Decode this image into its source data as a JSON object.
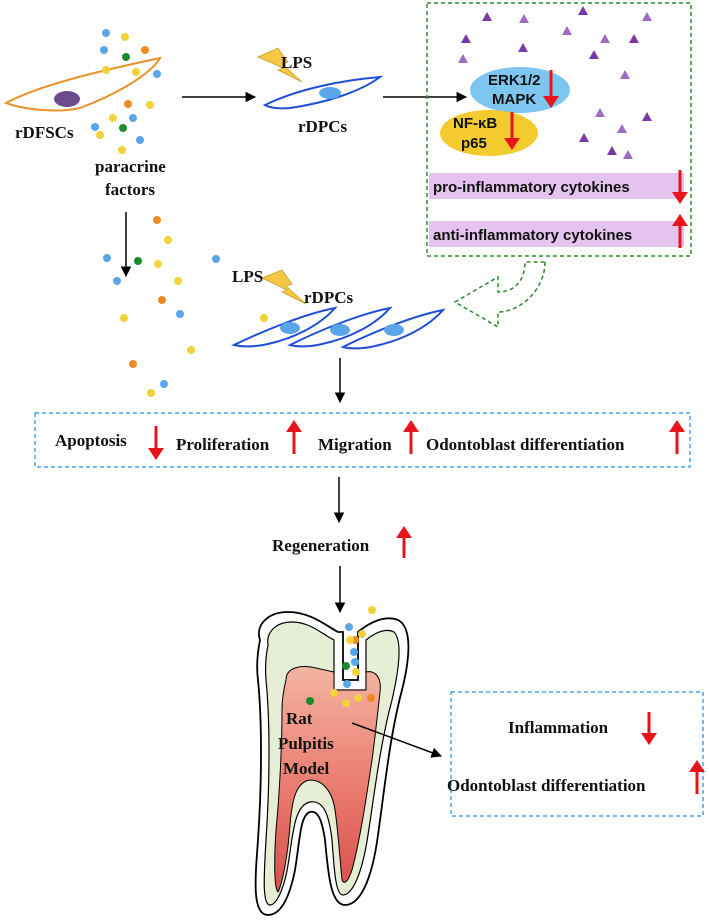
{
  "diagram": {
    "cells": {
      "donor": "rDFSCs",
      "factors_line1": "paracrine",
      "factors_line2": "factors",
      "target_top": "rDPCs",
      "target_middle": "rDPCs"
    },
    "stimulus": {
      "top": "LPS",
      "middle": "LPS"
    },
    "signaling": {
      "erk_line1": "ERK1/2",
      "erk_line2": "MAPK",
      "nfkb_line1": "NF-κB",
      "nfkb_line2": "p65",
      "pro_inflammatory": "pro-inflammatory cytokines",
      "anti_inflammatory": "anti-inflammatory cytokines"
    },
    "effects": {
      "apoptosis": "Apoptosis",
      "proliferation": "Proliferation",
      "migration": "Migration",
      "odontoblast": "Odontoblast differentiation"
    },
    "regeneration": "Regeneration",
    "model": {
      "line1": "Rat",
      "line2": "Pulpitis",
      "line3": "Model"
    },
    "outcomes": {
      "inflammation": "Inflammation",
      "odontoblast": "Odontoblast differentiation"
    },
    "colors": {
      "arrow_up_down": "#e8141b",
      "cell_outline_donor": "#e8932e",
      "cell_outline_target": "#1f4fd6",
      "cell_nucleus_donor": "#6b4a8e",
      "cell_nucleus_target": "#5aa6ea",
      "lps_bolt": "#f6c744",
      "erk_oval": "#7cc6f0",
      "nfkb_oval": "#f3cb2f",
      "cytokine_band": "#e4c4ef",
      "dashed_box_green": "#2e8b2e",
      "dashed_box_blue": "#4aa3e8",
      "triangle": "#7a3aa6",
      "dot_blue": "#5aa6ea",
      "dot_yellow": "#f1d23a",
      "dot_orange": "#ee8a24",
      "dot_green": "#1e8a2e"
    }
  }
}
